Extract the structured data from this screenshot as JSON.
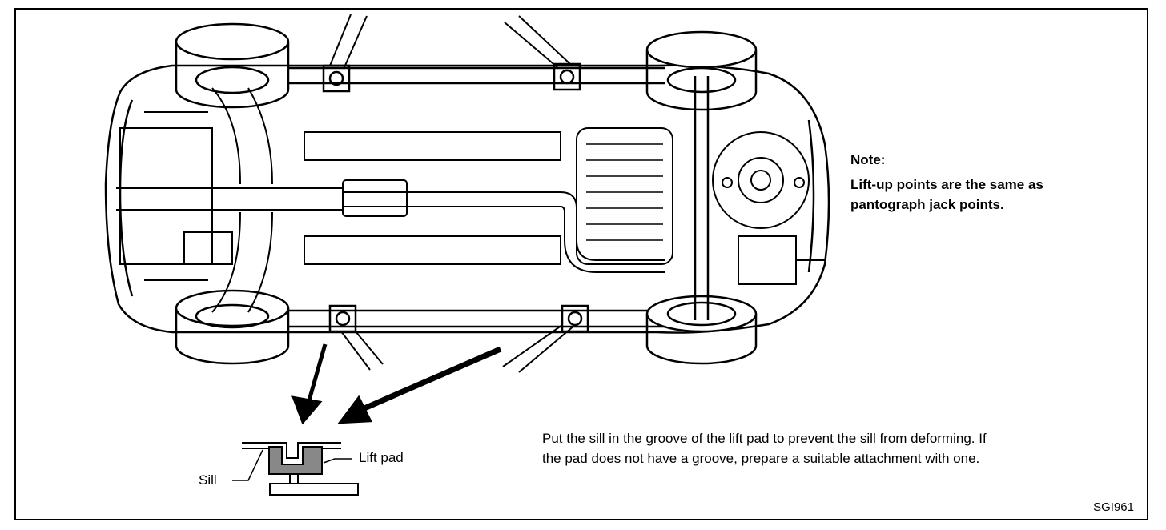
{
  "note": {
    "title": "Note:",
    "text": "Lift-up points are the same as pantograph jack points."
  },
  "instruction": "Put the sill in the groove of the lift pad to prevent the sill from deforming. If the pad does not have a groove, prepare a suitable attachment with one.",
  "callouts": {
    "sill": "Sill",
    "lift_pad": "Lift pad"
  },
  "figure_code": "SGI961"
}
